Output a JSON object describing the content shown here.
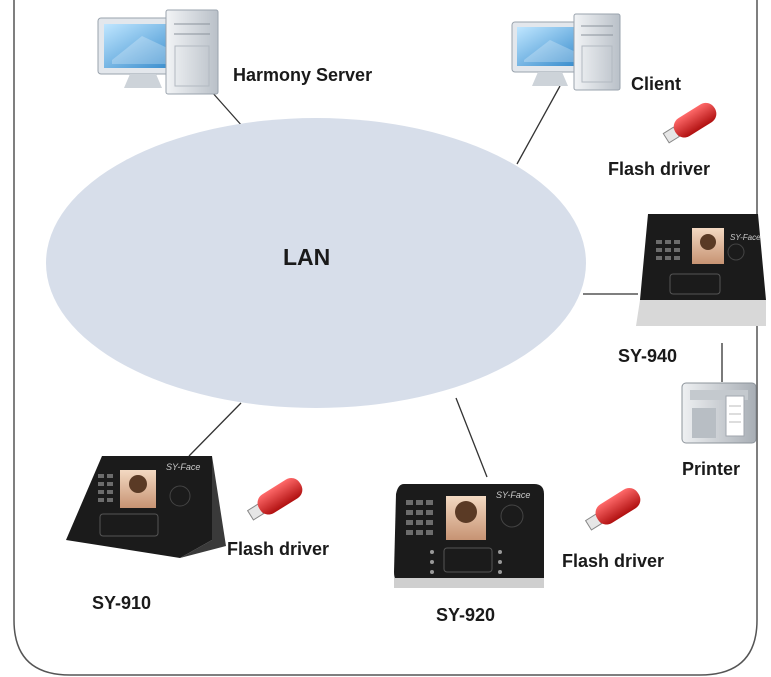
{
  "network": {
    "label": "LAN"
  },
  "nodes": {
    "harmony_server": {
      "label": "Harmony Server",
      "icon": "desktop-computer-icon"
    },
    "client": {
      "label": "Client",
      "icon": "desktop-computer-icon"
    },
    "client_flash": {
      "label": "Flash driver",
      "icon": "usb-flash-drive-icon"
    },
    "sy940": {
      "label": "SY-940",
      "icon": "face-recognition-terminal-icon"
    },
    "printer": {
      "label": "Printer",
      "icon": "receipt-printer-icon"
    },
    "sy910": {
      "label": "SY-910",
      "icon": "face-recognition-terminal-icon"
    },
    "sy910_flash": {
      "label": "Flash driver",
      "icon": "usb-flash-drive-icon"
    },
    "sy920": {
      "label": "SY-920",
      "icon": "face-recognition-terminal-icon"
    },
    "sy920_flash": {
      "label": "Flash driver",
      "icon": "usb-flash-drive-icon"
    }
  },
  "device_screen_text": {
    "brand": "SY-Face"
  },
  "colors": {
    "lan_fill": "#d7deea",
    "frame": "#555555",
    "flash_red": "#d42020",
    "terminal_body": "#1b1b1b"
  }
}
